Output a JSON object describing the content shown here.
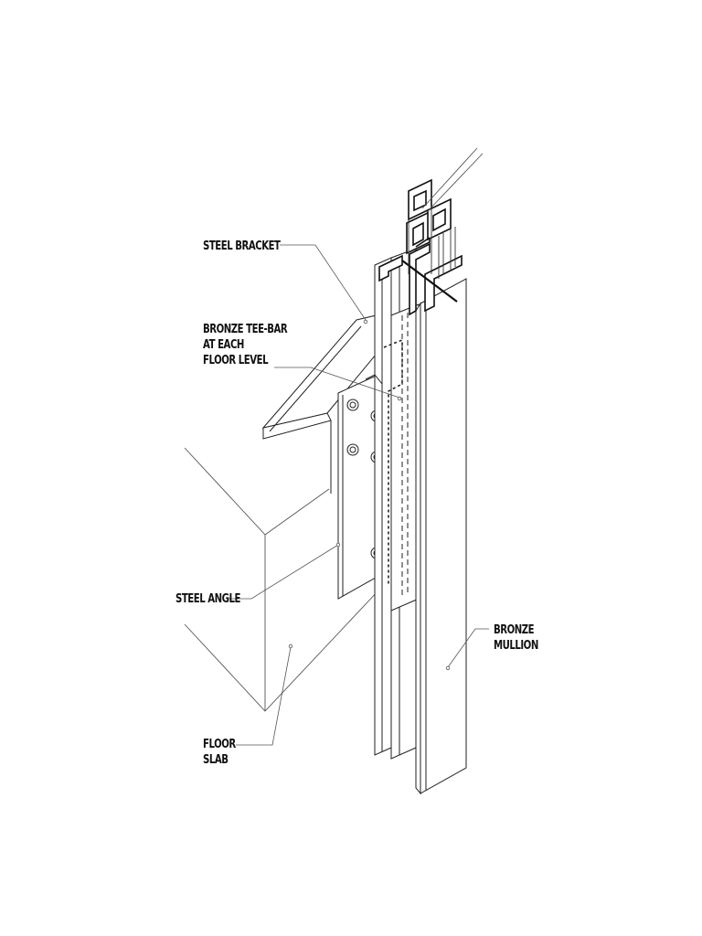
{
  "diagram": {
    "labels": {
      "steel_bracket": [
        "STEEL BRACKET"
      ],
      "bronze_tee_bar": [
        "BRONZE TEE-BAR",
        "AT EACH",
        "FLOOR LEVEL"
      ],
      "steel_angle": [
        "STEEL ANGLE"
      ],
      "floor_slab": [
        "FLOOR",
        "SLAB"
      ],
      "bronze_mullion": [
        "BRONZE",
        "MULLION"
      ]
    },
    "colors": {
      "line": "#1a1a1a",
      "thin_line": "#555555",
      "paper": "#ffffff"
    }
  }
}
